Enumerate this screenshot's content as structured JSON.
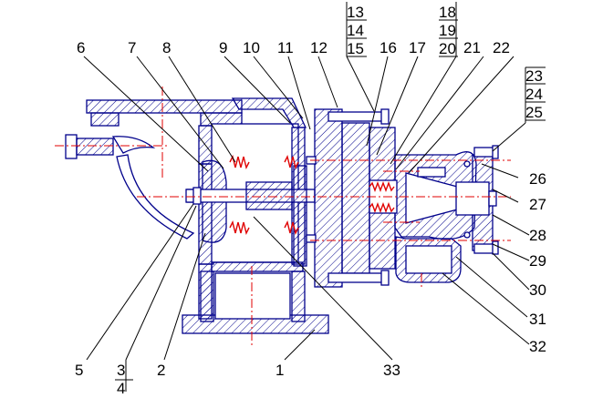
{
  "drawing": {
    "description_labels": {
      "1": "1",
      "2": "2",
      "3_4": [
        "3",
        "4"
      ],
      "5": "5",
      "6": "6",
      "7": "7",
      "8": "8",
      "9": "9",
      "10": "10",
      "11": "11",
      "12": "12",
      "13_15": [
        "13",
        "14",
        "15"
      ],
      "16": "16",
      "17": "17",
      "18_20": [
        "18",
        "19",
        "20"
      ],
      "21": "21",
      "22": "22",
      "23_25": [
        "23",
        "24",
        "25"
      ],
      "26": "26",
      "27": "27",
      "28": "28",
      "29": "29",
      "30": "30",
      "31": "31",
      "32": "32",
      "33": "33"
    },
    "colors": {
      "outline": "#00008b",
      "centerline": "#e00000",
      "leader": "#000000"
    }
  }
}
